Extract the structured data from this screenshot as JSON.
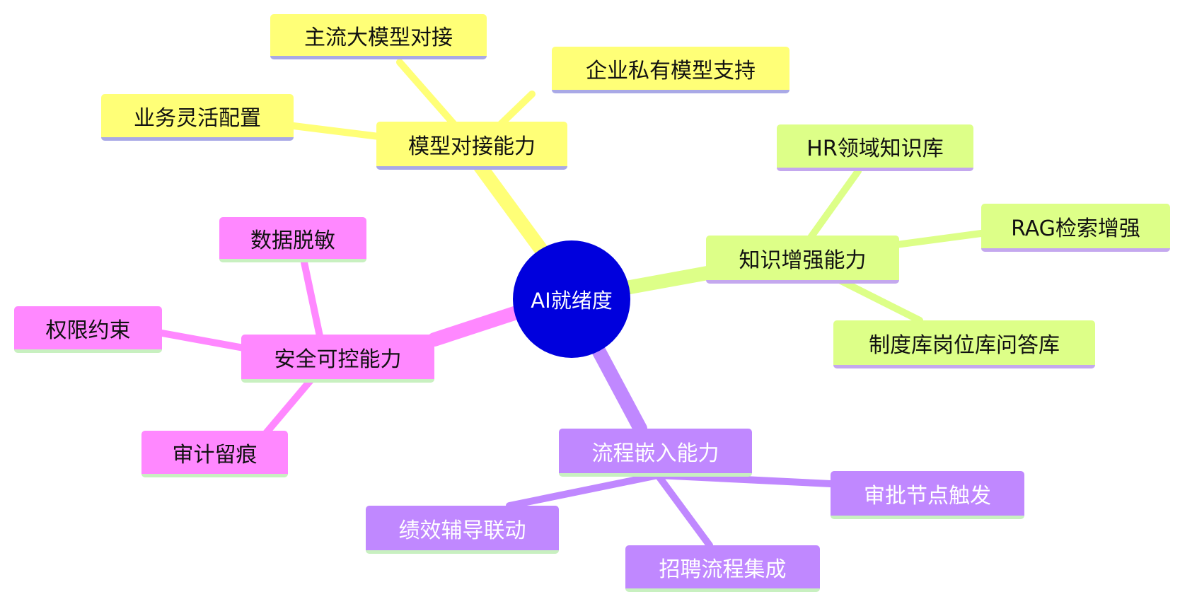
{
  "root": {
    "label": "AI就绪度",
    "color": "#0000dd"
  },
  "branches": [
    {
      "key": "model",
      "label": "模型对接能力",
      "color": "#ffff77",
      "line": "#ffff77",
      "underline": "#a9a9e6",
      "children": [
        "主流大模型对接",
        "企业私有模型支持",
        "业务灵活配置"
      ]
    },
    {
      "key": "knowledge",
      "label": "知识增强能力",
      "color": "#ddff88",
      "line": "#ddff88",
      "underline": "#c4a8ee",
      "children": [
        "HR领域知识库",
        "RAG检索增强",
        "制度库岗位库问答库"
      ]
    },
    {
      "key": "process",
      "label": "流程嵌入能力",
      "color": "#c088ff",
      "line": "#c088ff",
      "underline": "#c8f0c0",
      "dark": true,
      "children": [
        "审批节点触发",
        "招聘流程集成",
        "绩效辅导联动"
      ]
    },
    {
      "key": "security",
      "label": "安全可控能力",
      "color": "#ff88ff",
      "line": "#ff88ff",
      "underline": "#c8f0c0",
      "children": [
        "数据脱敏",
        "权限约束",
        "审计留痕"
      ]
    }
  ]
}
